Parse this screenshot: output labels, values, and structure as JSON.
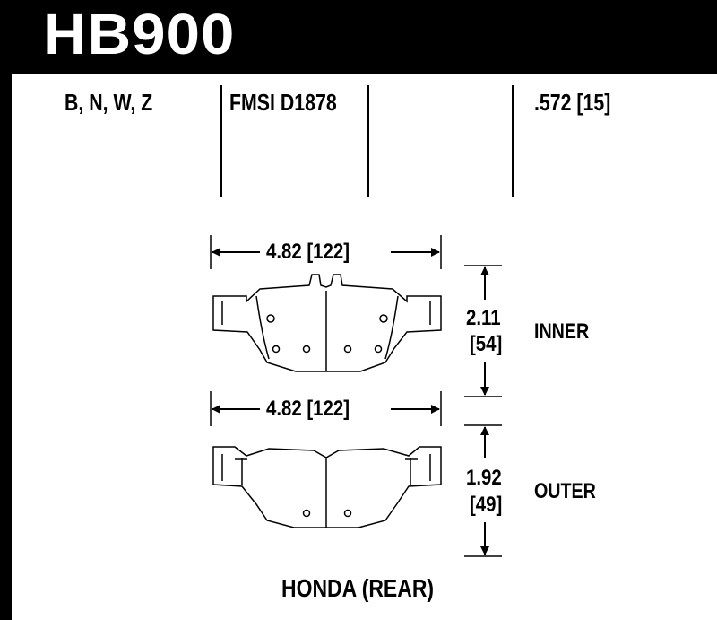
{
  "header": {
    "part_number": "HB900",
    "compounds": "B, N, W, Z",
    "fmsi": "FMSI D1878",
    "thickness": ".572 [15]"
  },
  "inner_pad": {
    "width": "4.82 [122]",
    "height_in": "2.11",
    "height_mm": "[54]",
    "label": "INNER"
  },
  "outer_pad": {
    "width": "4.82 [122]",
    "height_in": "1.92",
    "height_mm": "[49]",
    "label": "OUTER"
  },
  "footer": {
    "application": "HONDA (REAR)"
  }
}
